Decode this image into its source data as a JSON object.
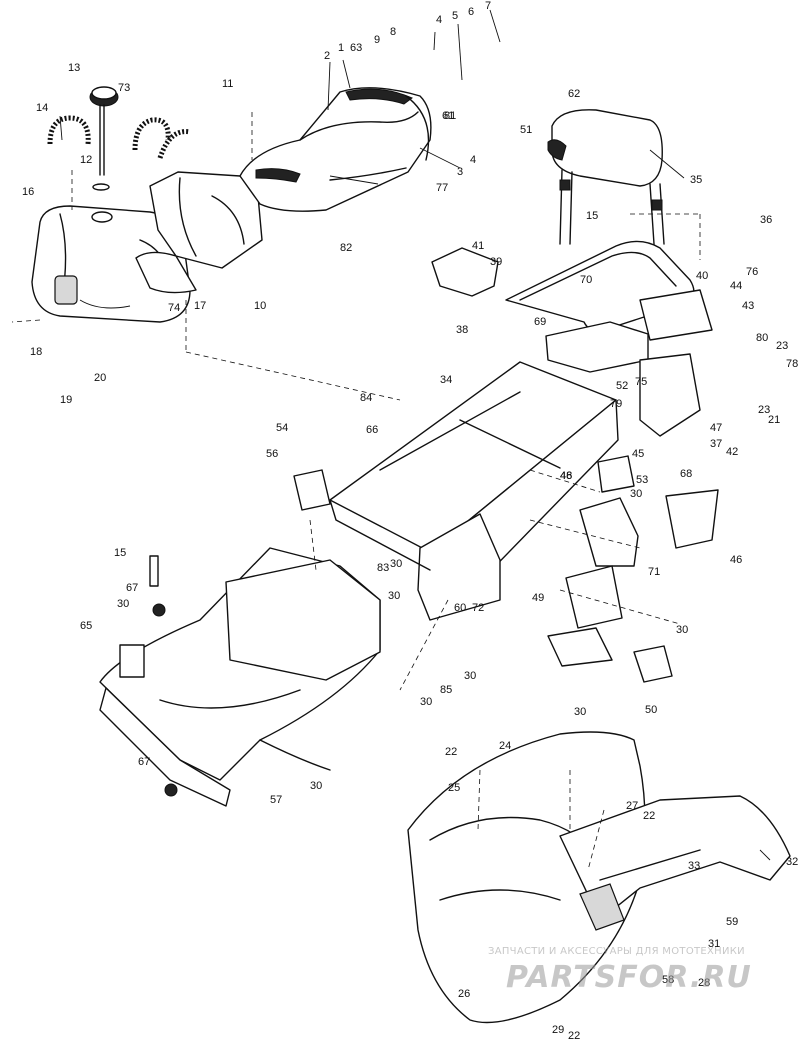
{
  "diagram": {
    "callouts": [
      "1",
      "2",
      "3",
      "4",
      "4",
      "5",
      "6",
      "7",
      "8",
      "9",
      "10",
      "11",
      "12",
      "13",
      "14",
      "15",
      "15",
      "16",
      "17",
      "18",
      "19",
      "20",
      "21",
      "22",
      "22",
      "22",
      "23",
      "23",
      "24",
      "25",
      "26",
      "27",
      "28",
      "29",
      "30",
      "30",
      "30",
      "30",
      "30",
      "30",
      "30",
      "30",
      "30",
      "31",
      "32",
      "33",
      "34",
      "35",
      "36",
      "37",
      "38",
      "39",
      "40",
      "41",
      "42",
      "43",
      "44",
      "45",
      "46",
      "46",
      "47",
      "48",
      "49",
      "50",
      "51",
      "52",
      "53",
      "54",
      "56",
      "57",
      "58",
      "59",
      "60",
      "61",
      "62",
      "63",
      "65",
      "66",
      "67",
      "67",
      "68",
      "69",
      "70",
      "71",
      "72",
      "73",
      "74",
      "75",
      "76",
      "77",
      "78",
      "79",
      "80",
      "81",
      "82",
      "83",
      "84",
      "85"
    ]
  },
  "watermark": {
    "tagline": "ЗАПЧАСТИ И АКСЕССУАРЫ ДЛЯ МОТОТЕХНИКИ",
    "logo": "PARTSFOR.RU"
  }
}
